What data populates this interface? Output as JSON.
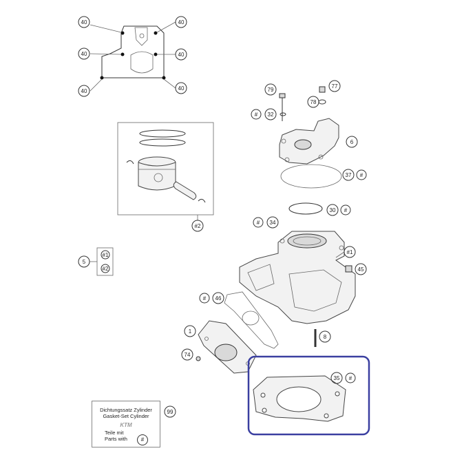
{
  "callouts": {
    "c40": "40",
    "c79": "79",
    "c77": "77",
    "c78": "78",
    "c32": "32",
    "c6": "6",
    "c37": "37",
    "c30": "30",
    "c34": "34",
    "c1cyl": "#1",
    "c45": "45",
    "c46": "46",
    "c1": "1",
    "c8": "8",
    "c74": "74",
    "c35": "35",
    "c99": "99",
    "c2": "#2",
    "c5": "5",
    "hash": "#"
  },
  "kit_box": {
    "line1": "Dichtungssatz Zylinder",
    "line2": "Gasket-Set Cylinder",
    "logo": "KTM",
    "line3": "Teile mit",
    "line4": "Parts with"
  },
  "legend": {
    "item1": "#1",
    "item2": "#2"
  },
  "highlight_color": "#3a3fa0"
}
